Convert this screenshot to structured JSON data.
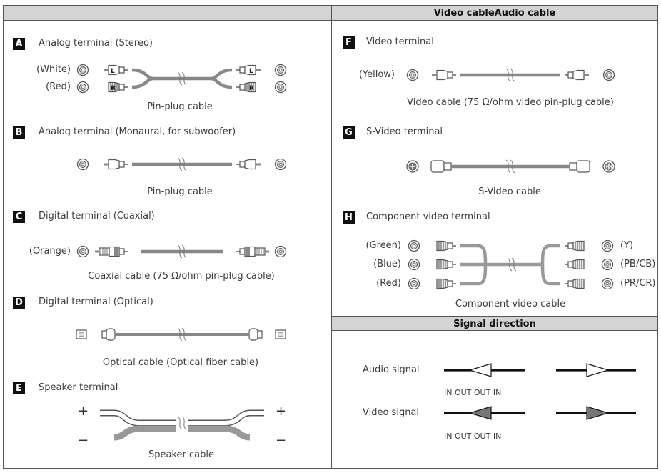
{
  "headers": {
    "left": "",
    "right": "Video cableAudio cable",
    "signal": "Signal direction"
  },
  "sections": {
    "a": {
      "badge": "A",
      "title": "Analog terminal (Stereo)",
      "label_white": "(White)",
      "label_red": "(Red)",
      "plug_l": "L",
      "plug_r": "R",
      "caption": "Pin-plug cable"
    },
    "b": {
      "badge": "B",
      "title": "Analog terminal (Monaural, for subwoofer)",
      "caption": "Pin-plug cable"
    },
    "c": {
      "badge": "C",
      "title": "Digital terminal (Coaxial)",
      "label_orange": "(Orange)",
      "caption": "Coaxial cable (75 Ω/ohm pin-plug cable)"
    },
    "d": {
      "badge": "D",
      "title": "Digital terminal (Optical)",
      "caption": "Optical cable (Optical fiber cable)"
    },
    "e": {
      "badge": "E",
      "title": "Speaker terminal",
      "plus": "+",
      "minus": "−",
      "caption": "Speaker cable"
    },
    "f": {
      "badge": "F",
      "title": "Video terminal",
      "label_yellow": "(Yellow)",
      "caption": "Video cable (75 Ω/ohm video pin-plug cable)"
    },
    "g": {
      "badge": "G",
      "title": "S-Video terminal",
      "caption": "S-Video cable"
    },
    "h": {
      "badge": "H",
      "title": "Component video terminal",
      "label_green": "(Green)",
      "label_blue": "(Blue)",
      "label_red": "(Red)",
      "label_y": "(Y)",
      "label_pb": "(PB/CB)",
      "label_pr": "(PR/CR)",
      "caption": "Component video cable"
    }
  },
  "signal": {
    "audio_label": "Audio signal",
    "video_label": "Video signal",
    "audio_inout": "IN OUT OUT IN",
    "video_inout": "IN OUT OUT IN"
  }
}
